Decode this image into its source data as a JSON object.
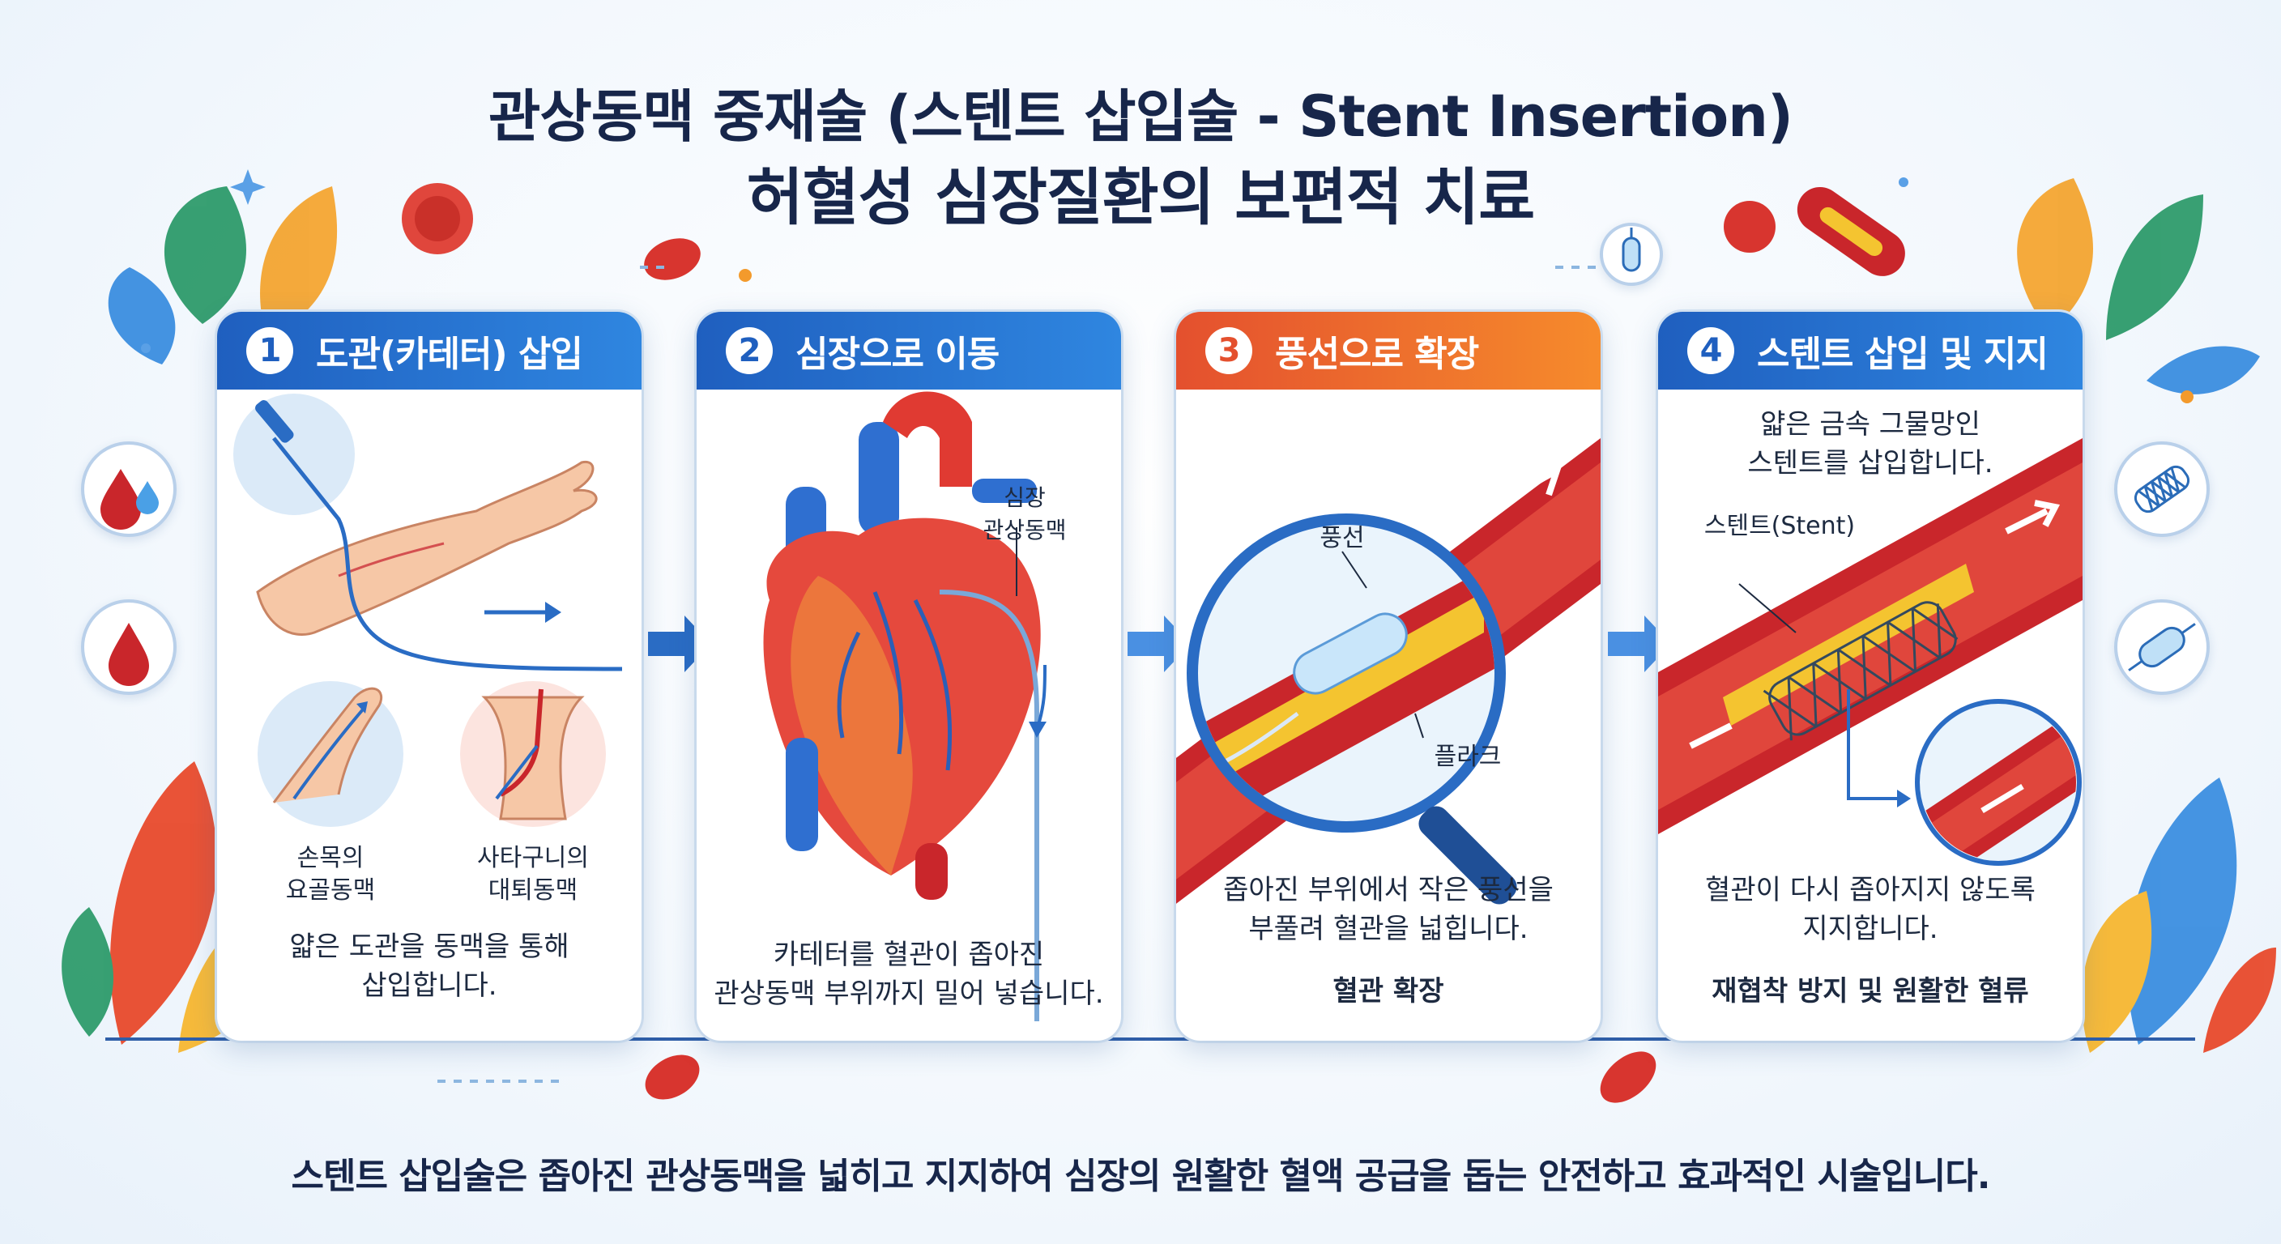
{
  "title": {
    "line1": "관상동맥 중재술 (스텐트 삽입술 - Stent Insertion)",
    "line2": "허혈성 심장질환의 보편적 치료"
  },
  "colors": {
    "primary_blue": "#1f5fbf",
    "accent_orange": "#e4502e",
    "artery_red": "#c9262b",
    "plaque_yellow": "#f4c430"
  },
  "steps": [
    {
      "number": "1",
      "title": "도관(카테터) 삽입",
      "label_wrist": [
        "손목의",
        "요골동맥"
      ],
      "label_groin": [
        "사타구니의",
        "대퇴동맥"
      ],
      "description": [
        "얇은 도관을 동맥을 통해",
        "삽입합니다."
      ]
    },
    {
      "number": "2",
      "title": "심장으로 이동",
      "label_coronary": [
        "심장",
        "관상동맥"
      ],
      "description": [
        "카테터를 혈관이 좁아진",
        "관상동맥 부위까지 밀어 넣습니다."
      ]
    },
    {
      "number": "3",
      "title": "풍선으로 확장",
      "label_balloon": "풍선",
      "label_plaque": "플라크",
      "description": [
        "좁아진 부위에서 작은 풍선을",
        "부풀려 혈관을 넓힙니다."
      ],
      "summary": "혈관 확장"
    },
    {
      "number": "4",
      "title": "스텐트 삽입 및 지지",
      "intro": [
        "얇은 금속 그물망인",
        "스텐트를 삽입합니다."
      ],
      "label_stent": "스텐트(Stent)",
      "description": [
        "혈관이 다시 좁아지지 않도록",
        "지지합니다."
      ],
      "summary": "재협착 방지 및 원활한 혈류"
    }
  ],
  "footer": "스텐트 삽입술은 좁아진 관상동맥을 넓히고 지지하여 심장의 원활한 혈액 공급을 돕는 안전하고 효과적인 시술입니다."
}
